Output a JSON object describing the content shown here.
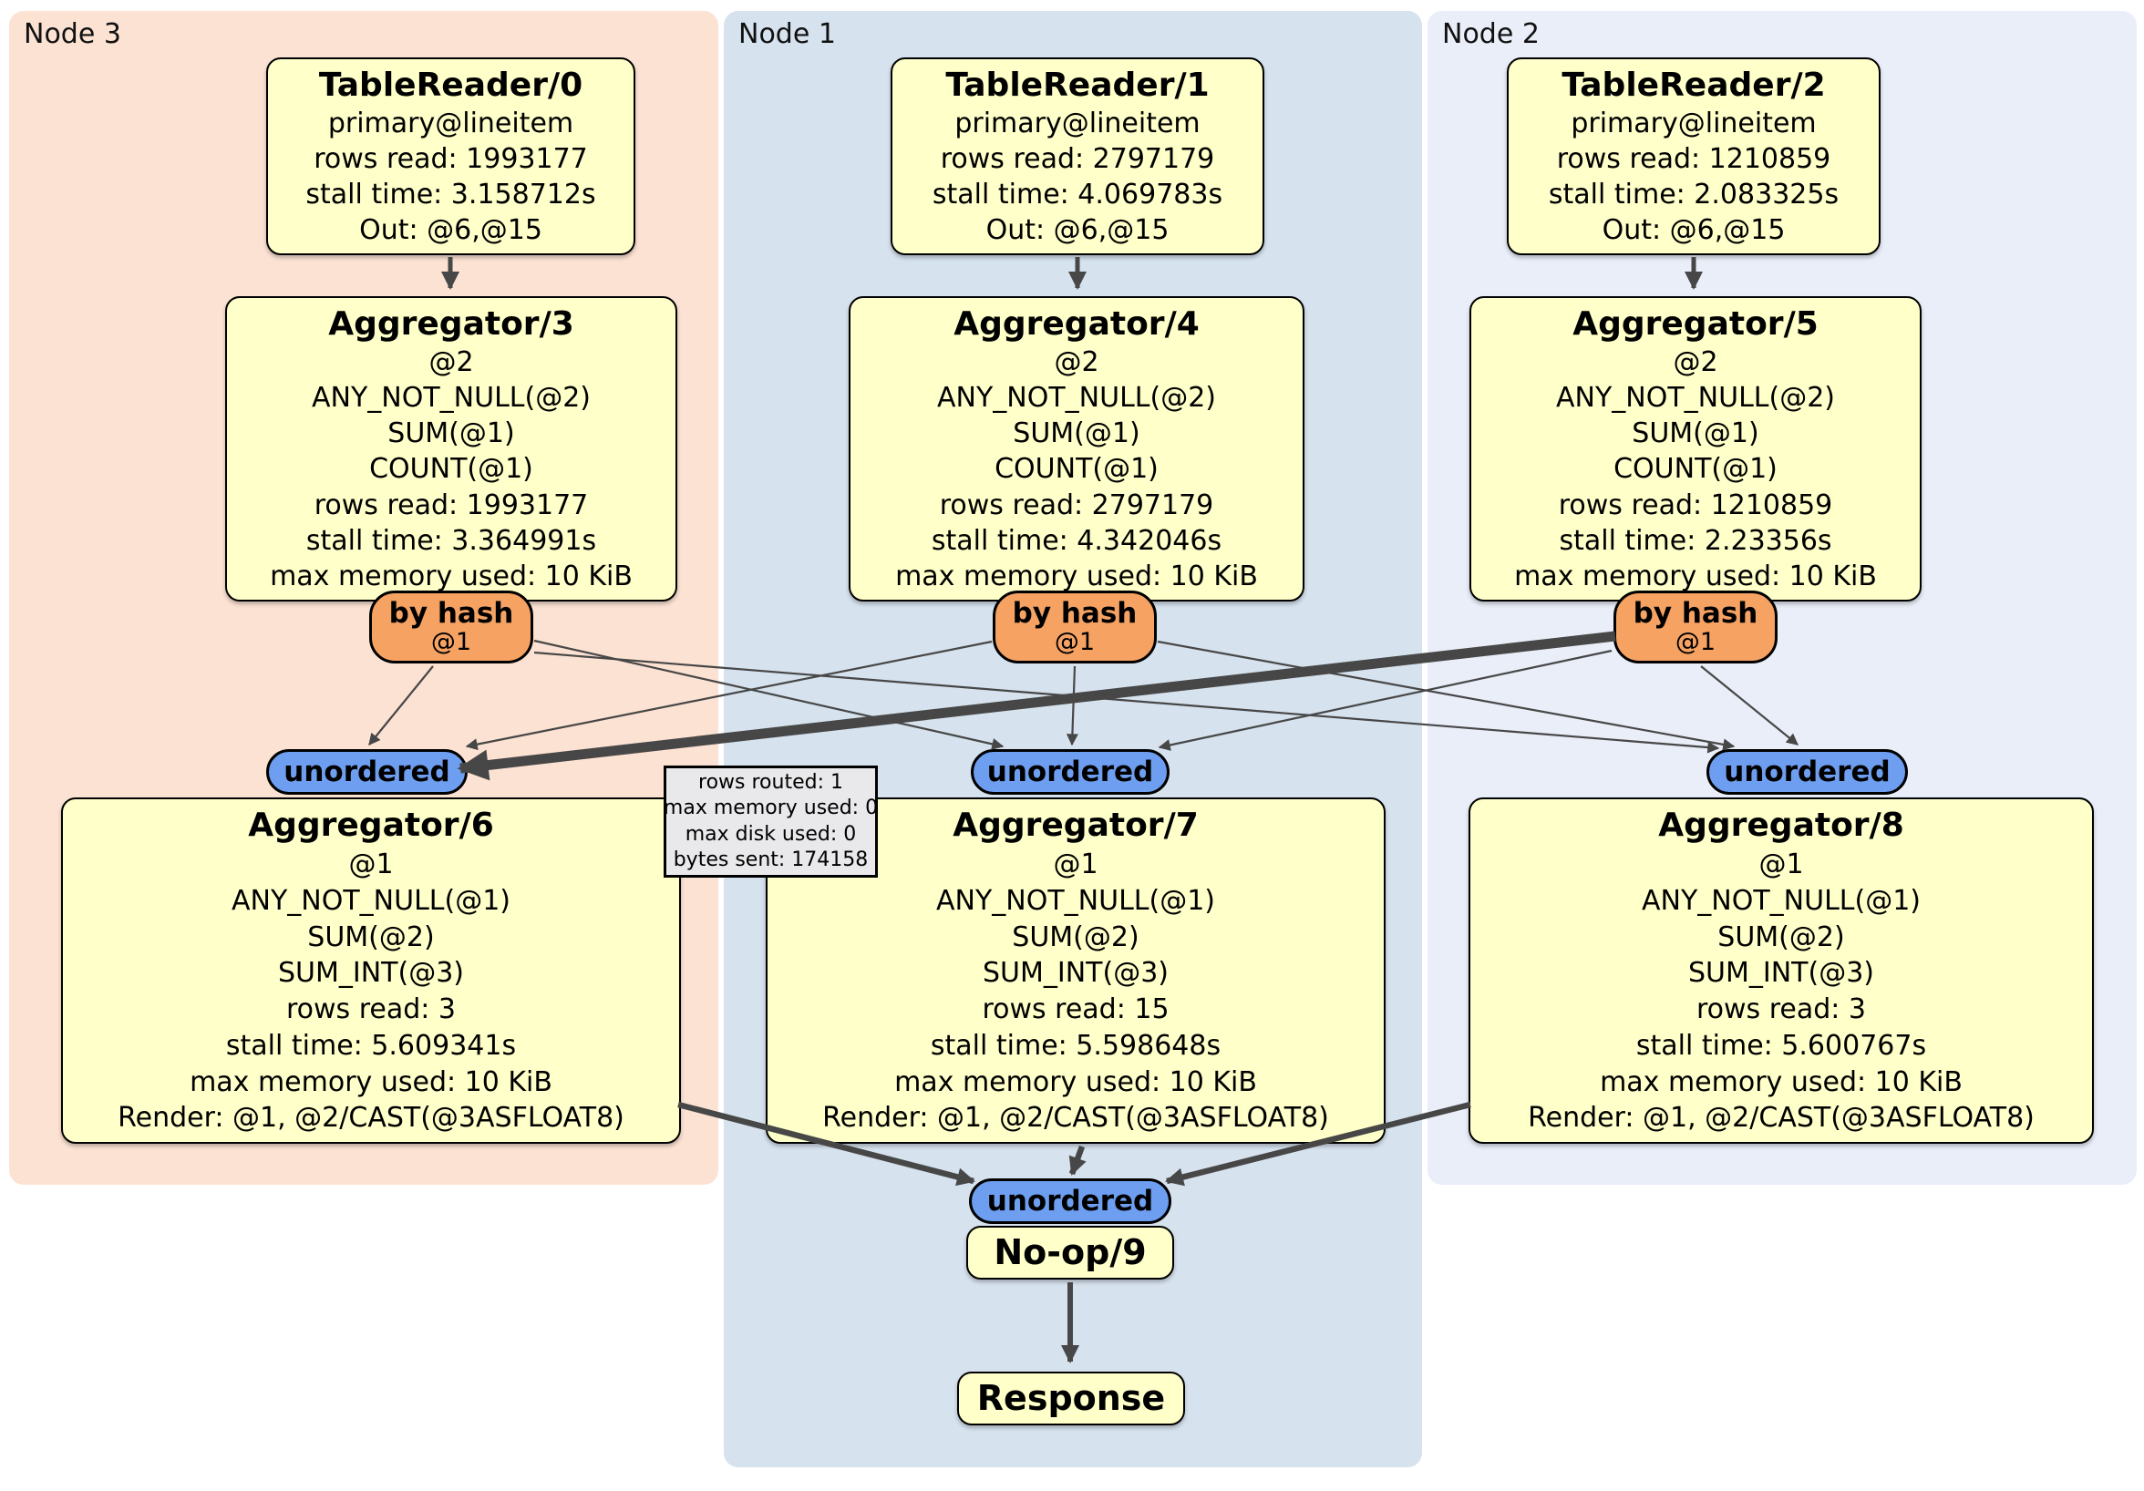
{
  "diagram_type": "distributed-sql-plan",
  "colors": {
    "node3_bg": "#FCE2D3",
    "node1_bg": "#D6E2EE",
    "node2_bg": "#E9EEF8",
    "processor_box_bg": "#FFFFC9",
    "router_bg": "#F5A263",
    "stream_bg": "#6D9EF0",
    "tooltip_bg": "#E9E9EB",
    "edge": "#474747"
  },
  "regions": [
    {
      "label": "Node 3"
    },
    {
      "label": "Node 1"
    },
    {
      "label": "Node 2"
    }
  ],
  "boxes": {
    "tr0": {
      "title": "TableReader/0",
      "lines": [
        "primary@lineitem",
        "rows read: 1993177",
        "stall time: 3.158712s",
        "Out: @6,@15"
      ]
    },
    "tr1": {
      "title": "TableReader/1",
      "lines": [
        "primary@lineitem",
        "rows read: 2797179",
        "stall time: 4.069783s",
        "Out: @6,@15"
      ]
    },
    "tr2": {
      "title": "TableReader/2",
      "lines": [
        "primary@lineitem",
        "rows read: 1210859",
        "stall time: 2.083325s",
        "Out: @6,@15"
      ]
    },
    "ag3": {
      "title": "Aggregator/3",
      "lines": [
        "@2",
        "ANY_NOT_NULL(@2)",
        "SUM(@1)",
        "COUNT(@1)",
        "rows read: 1993177",
        "stall time: 3.364991s",
        "max memory used: 10 KiB"
      ]
    },
    "ag4": {
      "title": "Aggregator/4",
      "lines": [
        "@2",
        "ANY_NOT_NULL(@2)",
        "SUM(@1)",
        "COUNT(@1)",
        "rows read: 2797179",
        "stall time: 4.342046s",
        "max memory used: 10 KiB"
      ]
    },
    "ag5": {
      "title": "Aggregator/5",
      "lines": [
        "@2",
        "ANY_NOT_NULL(@2)",
        "SUM(@1)",
        "COUNT(@1)",
        "rows read: 1210859",
        "stall time: 2.23356s",
        "max memory used: 10 KiB"
      ]
    },
    "ag6": {
      "title": "Aggregator/6",
      "lines": [
        "@1",
        "ANY_NOT_NULL(@1)",
        "SUM(@2)",
        "SUM_INT(@3)",
        "rows read: 3",
        "stall time: 5.609341s",
        "max memory used: 10 KiB",
        "Render: @1, @2/CAST(@3ASFLOAT8)"
      ]
    },
    "ag7": {
      "title": "Aggregator/7",
      "lines": [
        "@1",
        "ANY_NOT_NULL(@1)",
        "SUM(@2)",
        "SUM_INT(@3)",
        "rows read: 15",
        "stall time: 5.598648s",
        "max memory used: 10 KiB",
        "Render: @1, @2/CAST(@3ASFLOAT8)"
      ]
    },
    "ag8": {
      "title": "Aggregator/8",
      "lines": [
        "@1",
        "ANY_NOT_NULL(@1)",
        "SUM(@2)",
        "SUM_INT(@3)",
        "rows read: 3",
        "stall time: 5.600767s",
        "max memory used: 10 KiB",
        "Render: @1, @2/CAST(@3ASFLOAT8)"
      ]
    },
    "noop": {
      "title": "No-op/9"
    },
    "response": {
      "title": "Response"
    }
  },
  "routers": {
    "by_hash": {
      "label": "by hash",
      "tag": "@1"
    }
  },
  "streams": {
    "unordered_label": "unordered"
  },
  "edge_tooltip": {
    "lines": [
      "rows routed: 1",
      "max memory used: 0",
      "max disk used: 0",
      "bytes sent: 174158"
    ]
  }
}
